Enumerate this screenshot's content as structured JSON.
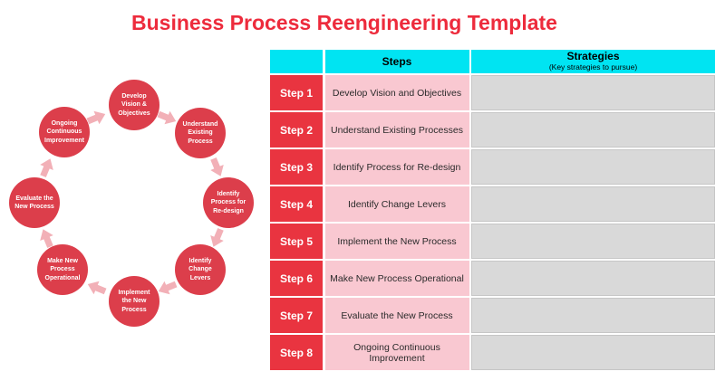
{
  "title": "Business Process Reengineering Template",
  "colors": {
    "title_red": "#ed2b3c",
    "circle_red": "#dc3e4b",
    "step_cell_red": "#e93440",
    "pink_cell": "#f9c8d1",
    "gray_cell": "#d9d9d9",
    "cyan_header": "#00e4f2",
    "arrow_pink": "#f2b0b7"
  },
  "diagram": {
    "nodes": [
      {
        "label": "Develop Vision & Objectives"
      },
      {
        "label": "Understand Existing Process"
      },
      {
        "label": "Identify Process for Re-design"
      },
      {
        "label": "Identify Change Levers"
      },
      {
        "label": "Implement the New Process"
      },
      {
        "label": "Make New Process Operational"
      },
      {
        "label": "Evaluate the New Process"
      },
      {
        "label": "Ongoing Continuous Improvement"
      }
    ]
  },
  "table": {
    "header": {
      "steps_label": "Steps",
      "strategies_label": "Strategies",
      "strategies_sub": "(Key strategies to pursue)"
    },
    "rows": [
      {
        "step": "Step 1",
        "description": "Develop Vision and Objectives",
        "strategy": ""
      },
      {
        "step": "Step 2",
        "description": "Understand Existing Processes",
        "strategy": ""
      },
      {
        "step": "Step 3",
        "description": "Identify Process for Re-design",
        "strategy": ""
      },
      {
        "step": "Step 4",
        "description": "Identify Change Levers",
        "strategy": ""
      },
      {
        "step": "Step 5",
        "description": "Implement the New Process",
        "strategy": ""
      },
      {
        "step": "Step 6",
        "description": "Make New Process Operational",
        "strategy": ""
      },
      {
        "step": "Step 7",
        "description": "Evaluate the New Process",
        "strategy": ""
      },
      {
        "step": "Step 8",
        "description": "Ongoing Continuous Improvement",
        "strategy": ""
      }
    ]
  }
}
